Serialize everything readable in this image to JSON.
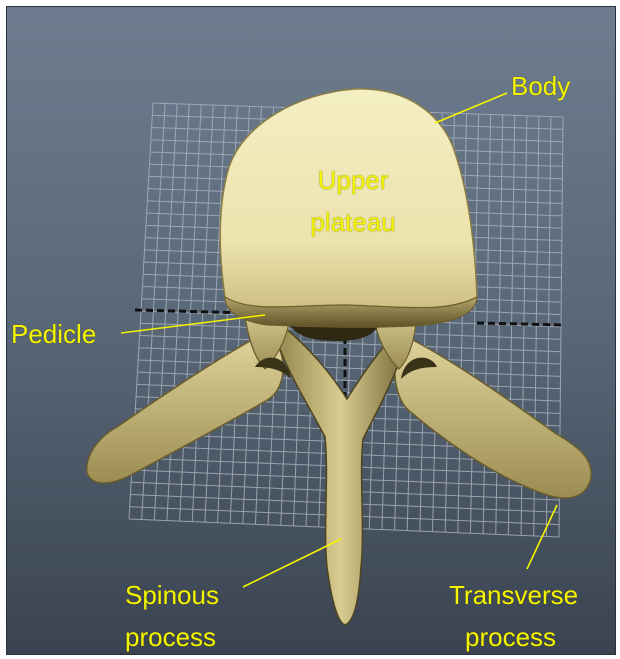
{
  "labels": {
    "body": "Body",
    "upper_plateau_1": "Upper",
    "upper_plateau_2": "plateau",
    "pedicle": "Pedicle",
    "spinous_1": "Spinous",
    "spinous_2": "process",
    "transverse_1": "Transverse",
    "transverse_2": "process"
  },
  "colors": {
    "label": "#f5f500",
    "bone": "#e8dfa8",
    "background": "#5b6a7a",
    "grid": "#a8b0ba"
  }
}
